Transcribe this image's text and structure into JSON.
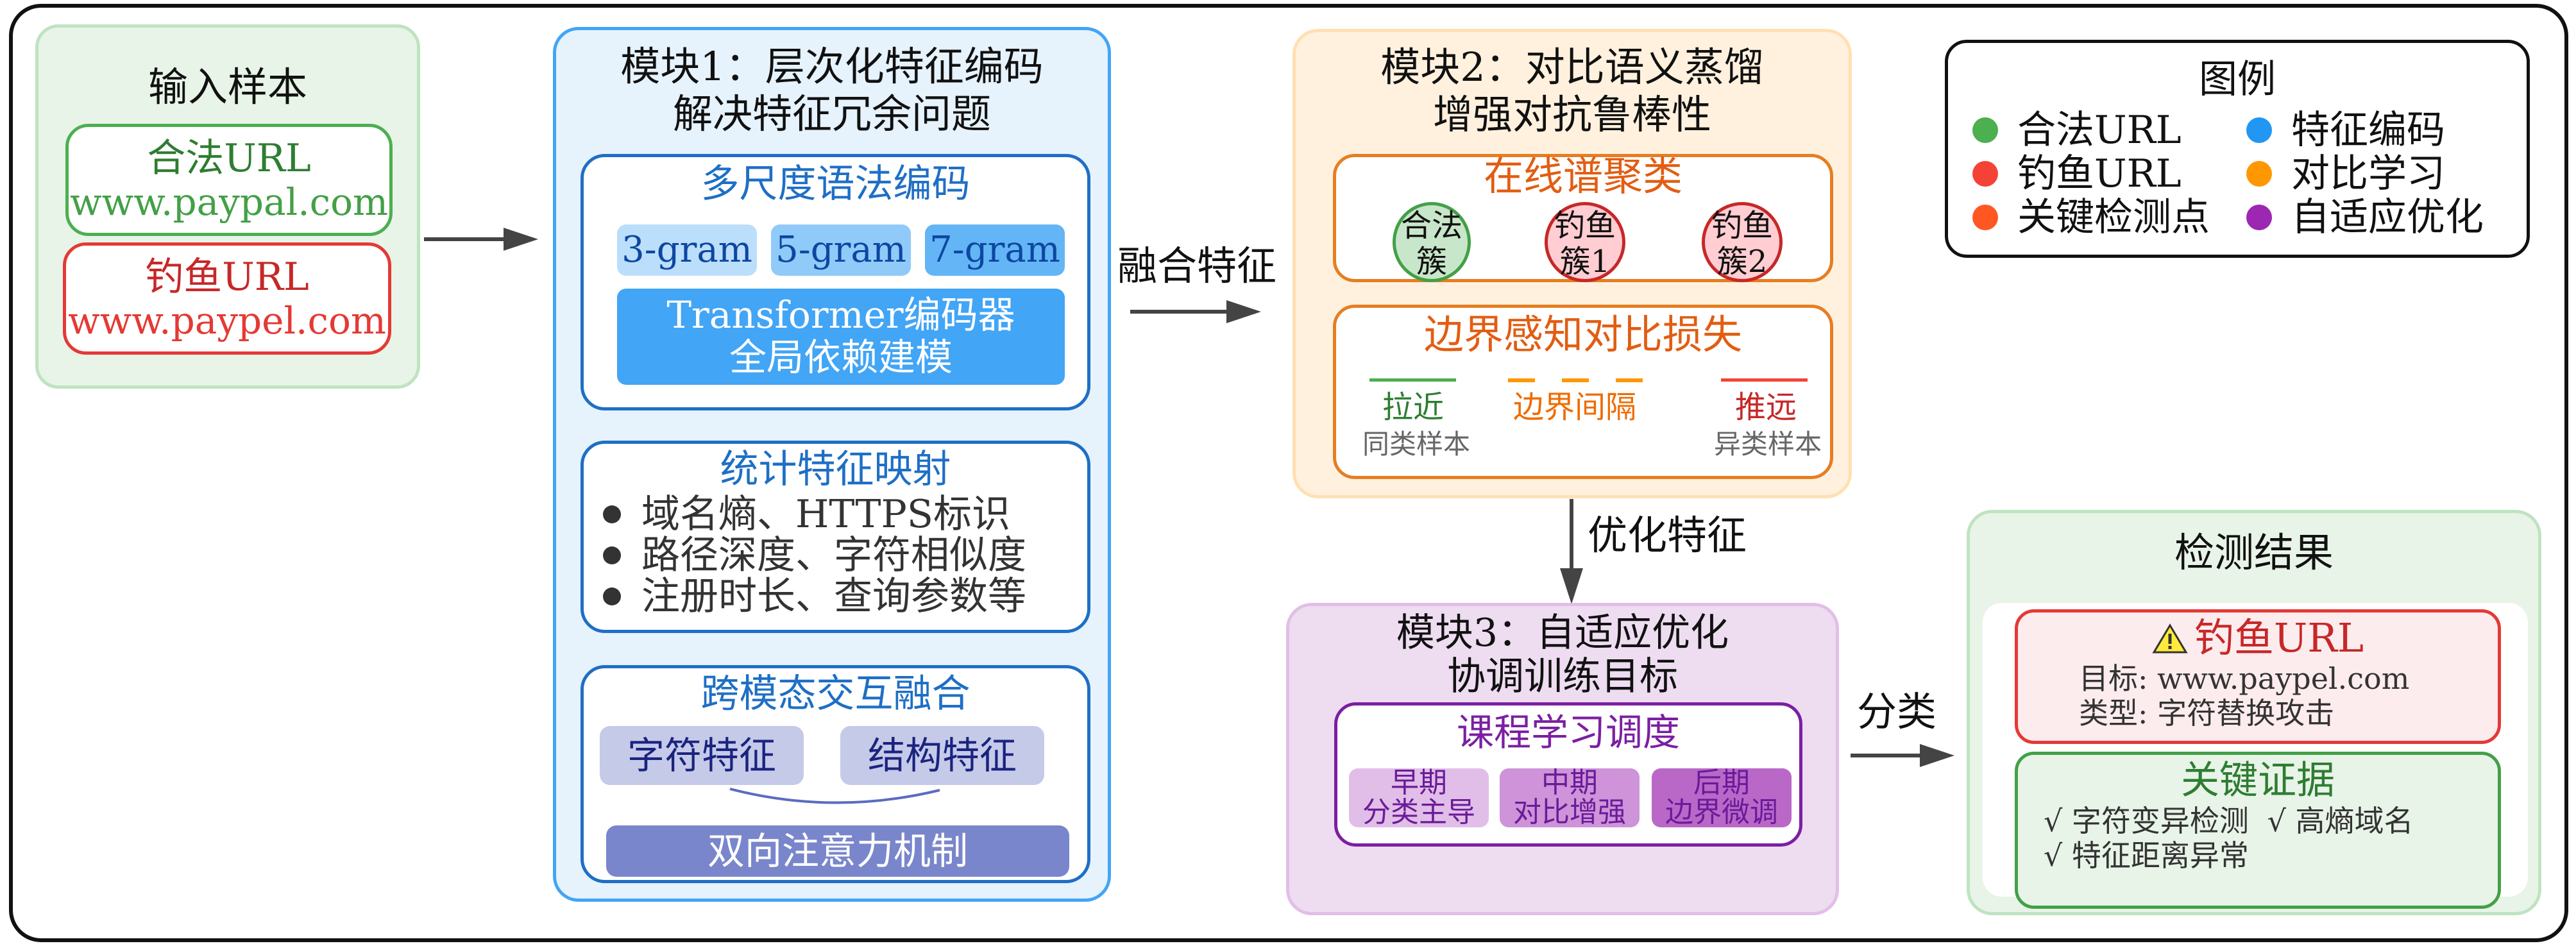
{
  "colors": {
    "legit": "#4caf50",
    "phish": "#e53935",
    "key_point": "#ff5722",
    "feature_encoding": "#2196f3",
    "contrastive": "#ff9800",
    "adaptive": "#9c27b0"
  },
  "input": {
    "title": "输入样本",
    "legit_label": "合法URL",
    "legit_url": "www.paypal.com",
    "phish_label": "钓鱼URL",
    "phish_url": "www.paypel.com"
  },
  "module1": {
    "title_line1": "模块1：层次化特征编码",
    "title_line2": "解决特征冗余问题",
    "syntax": {
      "title": "多尺度语法编码",
      "grams": [
        "3-gram",
        "5-gram",
        "7-gram"
      ],
      "transformer_line1": "Transformer编码器",
      "transformer_line2": "全局依赖建模"
    },
    "stats": {
      "title": "统计特征映射",
      "bullets": [
        "域名熵、HTTPS标识",
        "路径深度、字符相似度",
        "注册时长、查询参数等"
      ]
    },
    "fusion": {
      "title": "跨模态交互融合",
      "char_feature": "字符特征",
      "struct_feature": "结构特征",
      "attention": "双向注意力机制"
    }
  },
  "arrows": {
    "fuse": "融合特征",
    "optimize": "优化特征",
    "classify": "分类"
  },
  "module2": {
    "title_line1": "模块2：对比语义蒸馏",
    "title_line2": "增强对抗鲁棒性",
    "clustering": {
      "title": "在线谱聚类",
      "clusters": [
        {
          "line1": "合法",
          "line2": "簇"
        },
        {
          "line1": "钓鱼",
          "line2": "簇1"
        },
        {
          "line1": "钓鱼",
          "line2": "簇2"
        }
      ]
    },
    "loss": {
      "title": "边界感知对比损失",
      "pull": "拉近",
      "pull_sub": "同类样本",
      "margin": "边界间隔",
      "push": "推远",
      "push_sub": "异类样本"
    }
  },
  "legend": {
    "title": "图例",
    "items": [
      {
        "label": "合法URL",
        "color": "#4caf50"
      },
      {
        "label": "特征编码",
        "color": "#2196f3"
      },
      {
        "label": "钓鱼URL",
        "color": "#f44336"
      },
      {
        "label": "对比学习",
        "color": "#ff9800"
      },
      {
        "label": "关键检测点",
        "color": "#ff5722"
      },
      {
        "label": "自适应优化",
        "color": "#9c27b0"
      }
    ]
  },
  "module3": {
    "title_line1": "模块3：自适应优化",
    "title_line2": "协调训练目标",
    "curriculum": {
      "title": "课程学习调度",
      "stages": [
        {
          "name": "早期",
          "desc": "分类主导"
        },
        {
          "name": "中期",
          "desc": "对比增强"
        },
        {
          "name": "后期",
          "desc": "边界微调"
        }
      ]
    }
  },
  "result": {
    "title": "检测结果",
    "verdict": "钓鱼URL",
    "target": "目标: www.paypel.com",
    "type": "类型: 字符替换攻击",
    "evidence_title": "关键证据",
    "evidence": [
      "√ 字符变异检测",
      "√ 高熵域名",
      "√ 特征距离异常"
    ]
  }
}
